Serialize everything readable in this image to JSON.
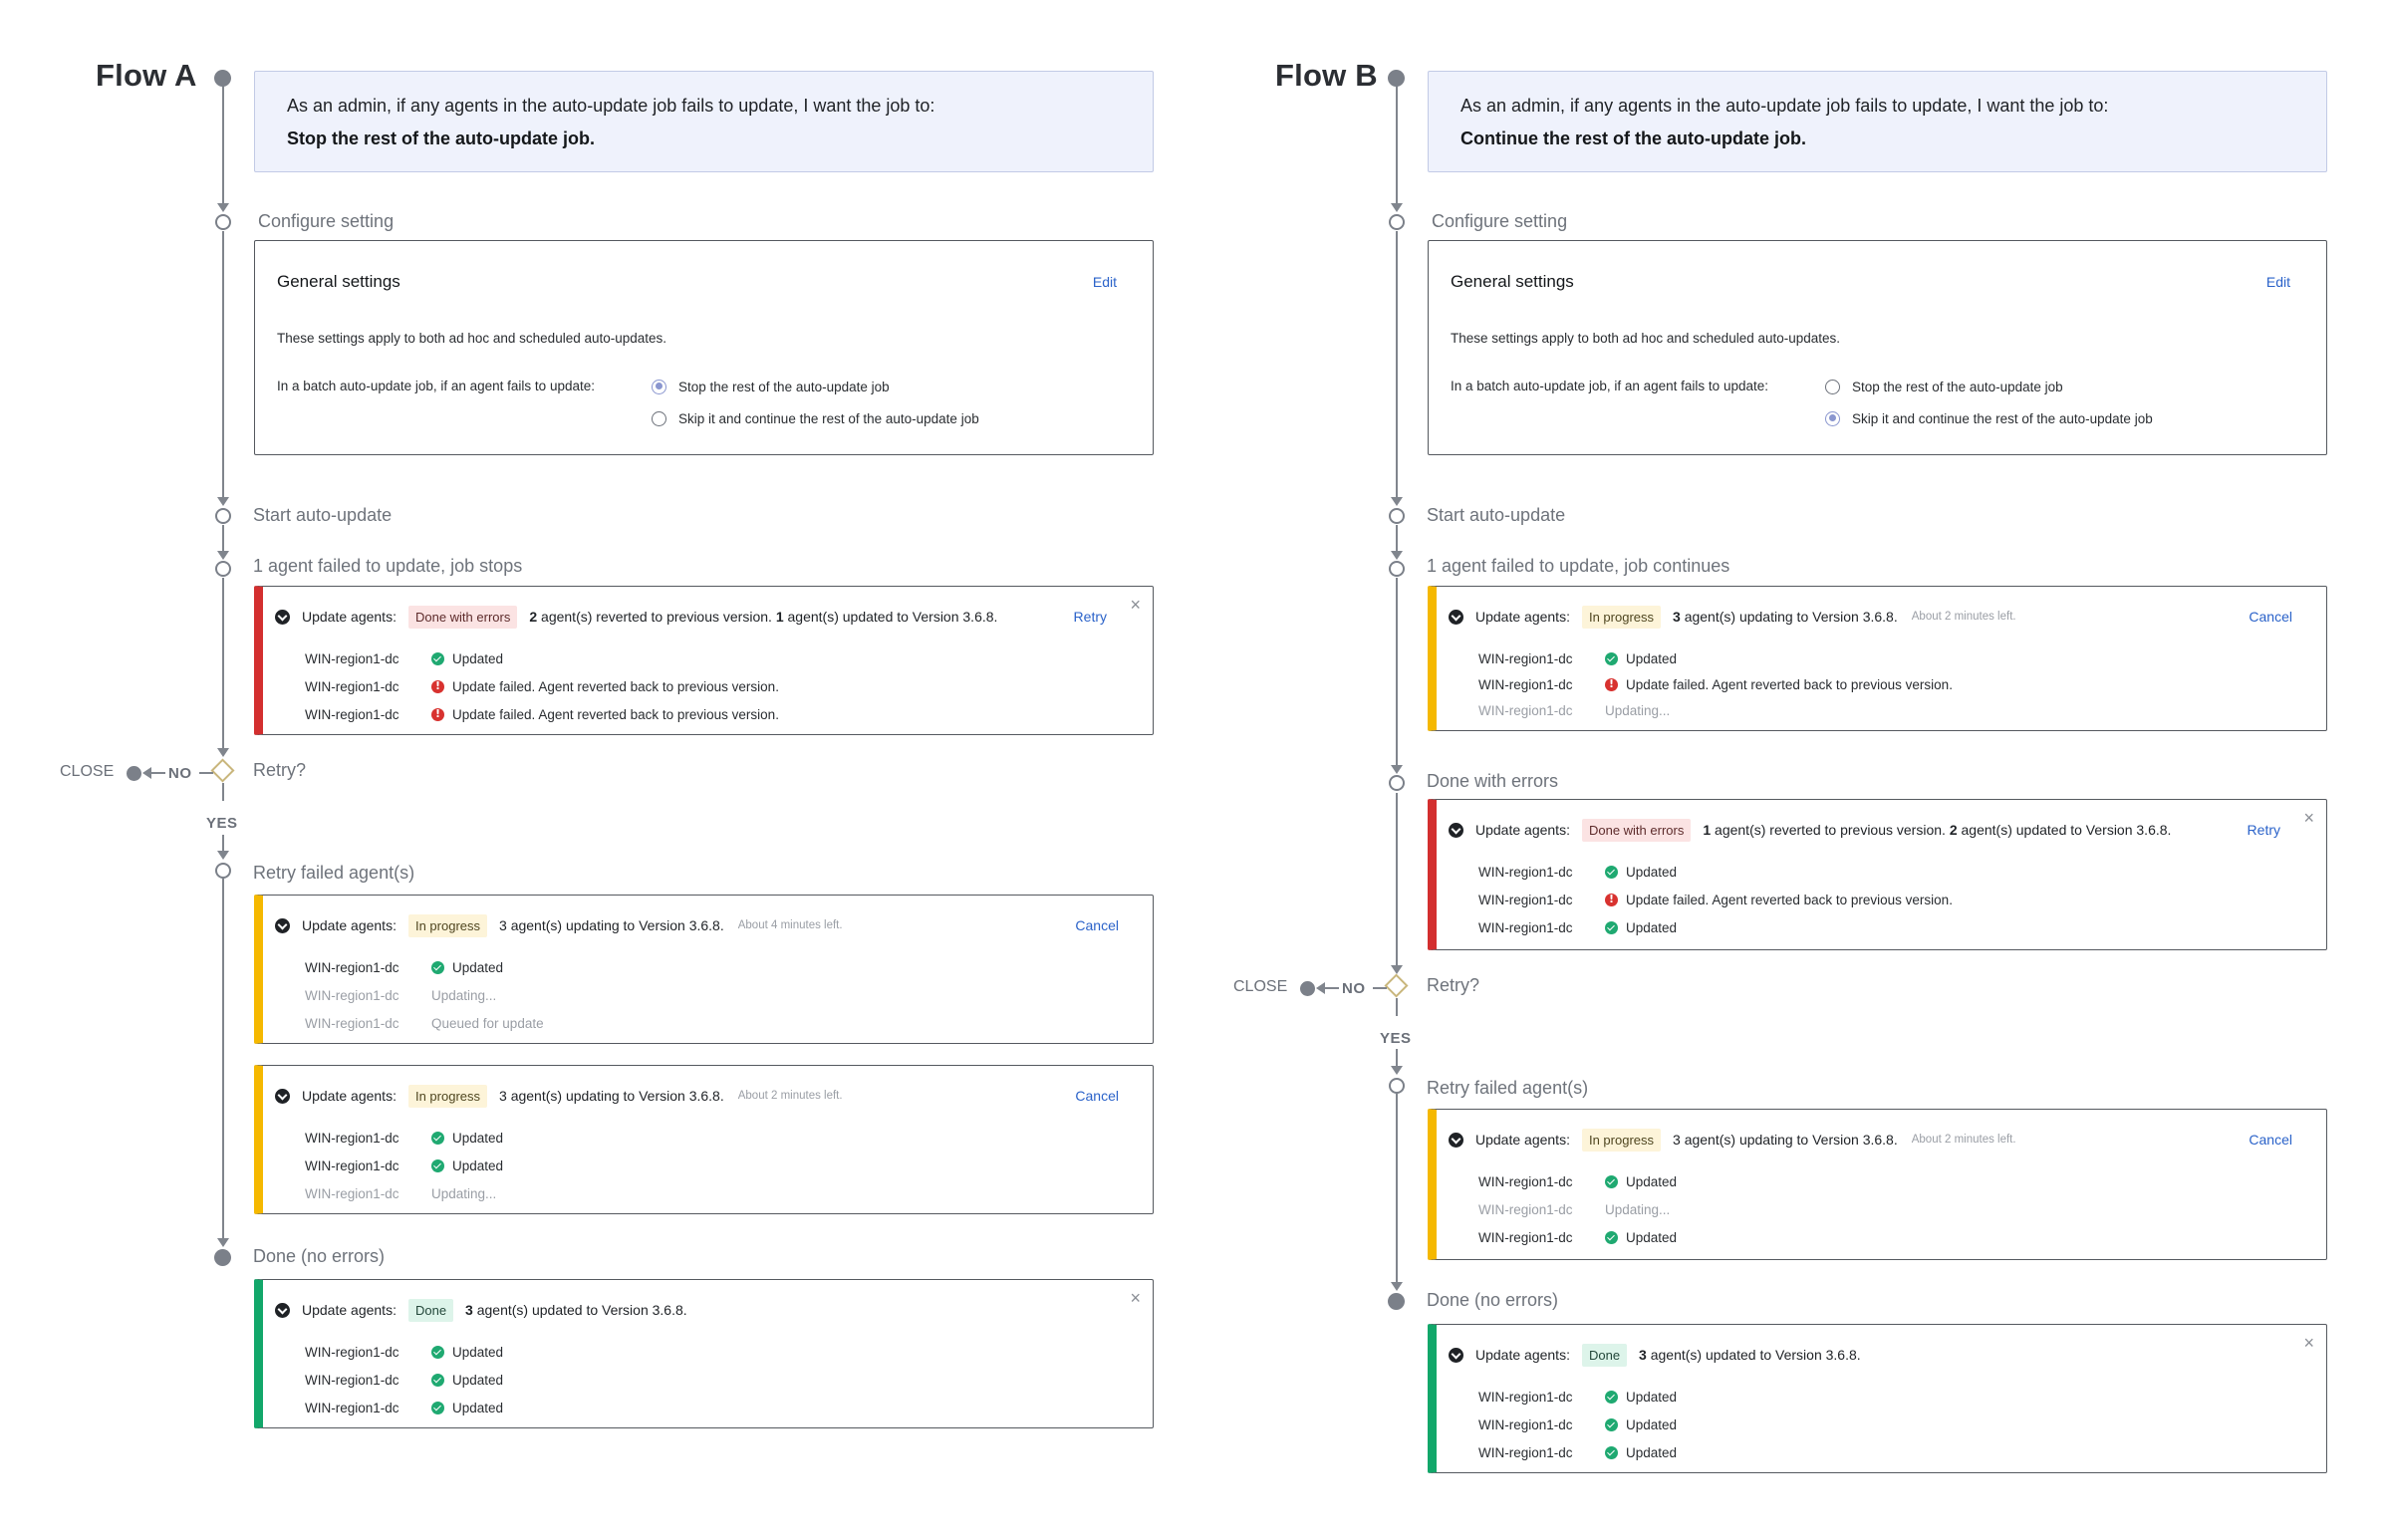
{
  "flows": {
    "a": {
      "title": "Flow A",
      "story": {
        "line": "As an admin, if any agents in the auto-update job fails to update, I want the job to:",
        "bold": "Stop the rest of the auto-update job."
      },
      "steps": {
        "configure": "Configure setting",
        "start": "Start auto-update",
        "failed": "1 agent failed to update, job stops",
        "retry_question": "Retry?",
        "retry_failed": "Retry failed agent(s)",
        "done": "Done (no errors)"
      },
      "settings": {
        "title": "General settings",
        "edit": "Edit",
        "description": "These settings apply to both ad hoc and scheduled auto-updates.",
        "question": "In a batch auto-update job, if an agent fails to update:",
        "option_stop": "Stop the rest of the auto-update job",
        "option_skip": "Skip it and continue the rest of the auto-update job",
        "selected": "stop"
      },
      "branch": {
        "close": "CLOSE",
        "no": "NO",
        "yes": "YES"
      },
      "cards": [
        {
          "status_color": "red",
          "label": "Update agents:",
          "badge": "Done with errors",
          "msg_n1": "2",
          "msg_t1": " agent(s) reverted to previous version. ",
          "msg_n2": "1",
          "msg_t2": " agent(s) updated to Version 3.6.8.",
          "time": "",
          "action": "Retry",
          "closable": true,
          "agents": [
            {
              "name": "WIN-region1-dc",
              "icon": "check-circle-icon",
              "status": "Updated"
            },
            {
              "name": "WIN-region1-dc",
              "icon": "error-circle-icon",
              "status": "Update failed. Agent reverted back to previous version."
            },
            {
              "name": "WIN-region1-dc",
              "icon": "error-circle-icon",
              "status": "Update failed. Agent reverted back to previous version."
            }
          ]
        },
        {
          "status_color": "yellow",
          "label": "Update agents:",
          "badge": "In progress",
          "msg_n1": "",
          "msg_t1": "3 agent(s) updating to Version 3.6.8.",
          "msg_n2": "",
          "msg_t2": "",
          "time": "About 4 minutes left.",
          "action": "Cancel",
          "closable": false,
          "agents": [
            {
              "name": "WIN-region1-dc",
              "icon": "check-circle-icon",
              "status": "Updated"
            },
            {
              "name": "WIN-region1-dc",
              "icon": "",
              "status": "Updating..."
            },
            {
              "name": "WIN-region1-dc",
              "icon": "",
              "status": "Queued for update"
            }
          ]
        },
        {
          "status_color": "yellow",
          "label": "Update agents:",
          "badge": "In progress",
          "msg_n1": "",
          "msg_t1": "3 agent(s) updating to Version 3.6.8.",
          "msg_n2": "",
          "msg_t2": "",
          "time": "About 2 minutes left.",
          "action": "Cancel",
          "closable": false,
          "agents": [
            {
              "name": "WIN-region1-dc",
              "icon": "check-circle-icon",
              "status": "Updated"
            },
            {
              "name": "WIN-region1-dc",
              "icon": "check-circle-icon",
              "status": "Updated"
            },
            {
              "name": "WIN-region1-dc",
              "icon": "",
              "status": "Updating..."
            }
          ]
        },
        {
          "status_color": "green",
          "label": "Update agents:",
          "badge": "Done",
          "msg_n1": "3",
          "msg_t1": " agent(s) updated to Version 3.6.8.",
          "msg_n2": "",
          "msg_t2": "",
          "time": "",
          "action": "",
          "closable": true,
          "agents": [
            {
              "name": "WIN-region1-dc",
              "icon": "check-circle-icon",
              "status": "Updated"
            },
            {
              "name": "WIN-region1-dc",
              "icon": "check-circle-icon",
              "status": "Updated"
            },
            {
              "name": "WIN-region1-dc",
              "icon": "check-circle-icon",
              "status": "Updated"
            }
          ]
        }
      ]
    },
    "b": {
      "title": "Flow B",
      "story": {
        "line": "As an admin, if any agents in the auto-update job fails to update, I want the job to:",
        "bold": "Continue the rest of the auto-update job."
      },
      "steps": {
        "configure": "Configure setting",
        "start": "Start auto-update",
        "failed": "1 agent failed to update, job continues",
        "done_errors": "Done with errors",
        "retry_question": "Retry?",
        "retry_failed": "Retry failed agent(s)",
        "done": "Done (no errors)"
      },
      "settings": {
        "title": "General settings",
        "edit": "Edit",
        "description": "These settings apply to both ad hoc and scheduled auto-updates.",
        "question": "In a batch auto-update job, if an agent fails to update:",
        "option_stop": "Stop the rest of the auto-update job",
        "option_skip": "Skip it and continue the rest of the auto-update job",
        "selected": "skip"
      },
      "branch": {
        "close": "CLOSE",
        "no": "NO",
        "yes": "YES"
      },
      "cards": [
        {
          "status_color": "yellow",
          "label": "Update agents:",
          "badge": "In progress",
          "msg_n1": "3",
          "msg_t1": " agent(s) updating to Version 3.6.8.",
          "msg_n2": "",
          "msg_t2": "",
          "time": "About 2 minutes left.",
          "action": "Cancel",
          "closable": false,
          "agents": [
            {
              "name": "WIN-region1-dc",
              "icon": "check-circle-icon",
              "status": "Updated"
            },
            {
              "name": "WIN-region1-dc",
              "icon": "error-circle-icon",
              "status": "Update failed. Agent reverted back to previous version."
            },
            {
              "name": "WIN-region1-dc",
              "icon": "",
              "status": "Updating..."
            }
          ]
        },
        {
          "status_color": "red",
          "label": "Update agents:",
          "badge": "Done with errors",
          "msg_n1": "1",
          "msg_t1": " agent(s) reverted to previous version. ",
          "msg_n2": "2",
          "msg_t2": " agent(s) updated to Version 3.6.8.",
          "time": "",
          "action": "Retry",
          "closable": true,
          "agents": [
            {
              "name": "WIN-region1-dc",
              "icon": "check-circle-icon",
              "status": "Updated"
            },
            {
              "name": "WIN-region1-dc",
              "icon": "error-circle-icon",
              "status": "Update failed. Agent reverted back to previous version."
            },
            {
              "name": "WIN-region1-dc",
              "icon": "check-circle-icon",
              "status": "Updated"
            }
          ]
        },
        {
          "status_color": "yellow",
          "label": "Update agents:",
          "badge": "In progress",
          "msg_n1": "",
          "msg_t1": "3 agent(s) updating to Version 3.6.8.",
          "msg_n2": "",
          "msg_t2": "",
          "time": "About 2 minutes left.",
          "action": "Cancel",
          "closable": false,
          "agents": [
            {
              "name": "WIN-region1-dc",
              "icon": "check-circle-icon",
              "status": "Updated"
            },
            {
              "name": "WIN-region1-dc",
              "icon": "",
              "status": "Updating..."
            },
            {
              "name": "WIN-region1-dc",
              "icon": "check-circle-icon",
              "status": "Updated"
            }
          ]
        },
        {
          "status_color": "green",
          "label": "Update agents:",
          "badge": "Done",
          "msg_n1": "3",
          "msg_t1": " agent(s) updated to Version 3.6.8.",
          "msg_n2": "",
          "msg_t2": "",
          "time": "",
          "action": "",
          "closable": true,
          "agents": [
            {
              "name": "WIN-region1-dc",
              "icon": "check-circle-icon",
              "status": "Updated"
            },
            {
              "name": "WIN-region1-dc",
              "icon": "check-circle-icon",
              "status": "Updated"
            },
            {
              "name": "WIN-region1-dc",
              "icon": "check-circle-icon",
              "status": "Updated"
            }
          ]
        }
      ]
    }
  },
  "icons": {
    "close": "close-icon",
    "collapse": "chevron-down-icon"
  },
  "colors": {
    "error": "#d32f2f",
    "progress": "#f5b800",
    "success": "#12a76a",
    "link": "#2a62c9"
  }
}
